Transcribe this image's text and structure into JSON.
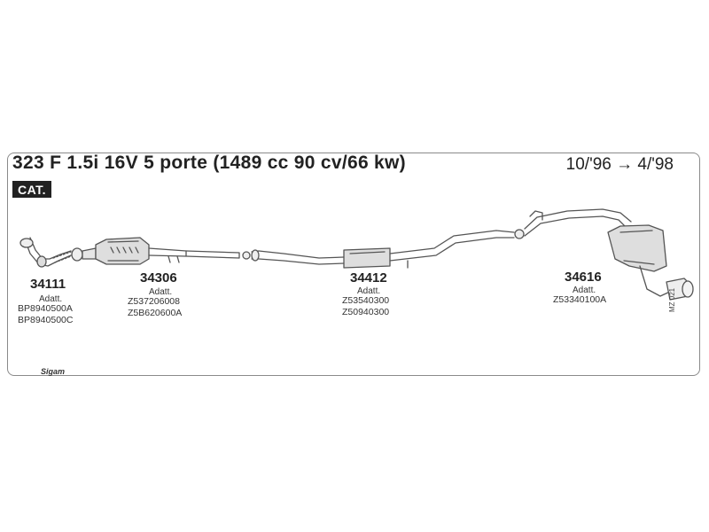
{
  "header": {
    "title": "323 F 1.5i 16V 5 porte (1489 cc 90 cv/66 kw)",
    "date_range": "10/'96 → 4/'98",
    "badge": "CAT."
  },
  "parts": [
    {
      "number": "34111",
      "label": "Adatt.",
      "refs": [
        "BP8940500A",
        "BP8940500C"
      ]
    },
    {
      "number": "34306",
      "label": "Adatt.",
      "refs": [
        "Z537206008",
        "Z5B620600A"
      ]
    },
    {
      "number": "34412",
      "label": "Adatt.",
      "refs": [
        "Z53540300",
        "Z50940300"
      ]
    },
    {
      "number": "34616",
      "label": "Adatt.",
      "refs": [
        "Z53340100A"
      ]
    }
  ],
  "footer": {
    "brand": "Sigam",
    "diagram_code": "MZ 021"
  },
  "colors": {
    "line": "#555555",
    "fill": "#dddddd",
    "border": "#8a8a8a"
  }
}
